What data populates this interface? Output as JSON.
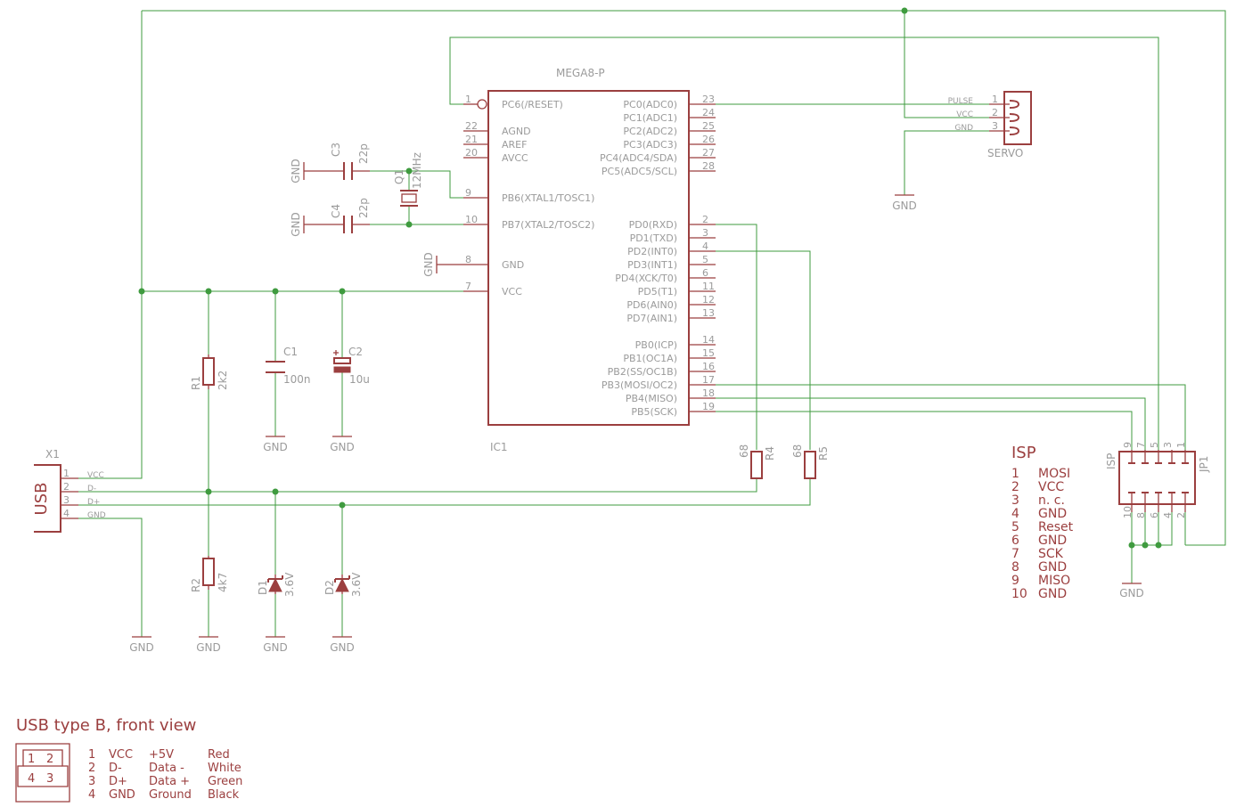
{
  "ic": {
    "type": "MEGA8-P",
    "name": "IC1",
    "left_pins": [
      {
        "num": "1",
        "name": "PC6(/RESET)"
      },
      {
        "num": "22",
        "name": "AGND"
      },
      {
        "num": "21",
        "name": "AREF"
      },
      {
        "num": "20",
        "name": "AVCC"
      },
      {
        "num": "9",
        "name": "PB6(XTAL1/TOSC1)"
      },
      {
        "num": "10",
        "name": "PB7(XTAL2/TOSC2)"
      },
      {
        "num": "8",
        "name": "GND"
      },
      {
        "num": "7",
        "name": "VCC"
      }
    ],
    "right_pins": [
      {
        "num": "23",
        "name": "PC0(ADC0)"
      },
      {
        "num": "24",
        "name": "PC1(ADC1)"
      },
      {
        "num": "25",
        "name": "PC2(ADC2)"
      },
      {
        "num": "26",
        "name": "PC3(ADC3)"
      },
      {
        "num": "27",
        "name": "PC4(ADC4/SDA)"
      },
      {
        "num": "28",
        "name": "PC5(ADC5/SCL)"
      },
      {
        "num": "2",
        "name": "PD0(RXD)"
      },
      {
        "num": "3",
        "name": "PD1(TXD)"
      },
      {
        "num": "4",
        "name": "PD2(INT0)"
      },
      {
        "num": "5",
        "name": "PD3(INT1)"
      },
      {
        "num": "6",
        "name": "PD4(XCK/T0)"
      },
      {
        "num": "11",
        "name": "PD5(T1)"
      },
      {
        "num": "12",
        "name": "PD6(AIN0)"
      },
      {
        "num": "13",
        "name": "PD7(AIN1)"
      },
      {
        "num": "14",
        "name": "PB0(ICP)"
      },
      {
        "num": "15",
        "name": "PB1(OC1A)"
      },
      {
        "num": "16",
        "name": "PB2(SS/OC1B)"
      },
      {
        "num": "17",
        "name": "PB3(MOSI/OC2)"
      },
      {
        "num": "18",
        "name": "PB4(MISO)"
      },
      {
        "num": "19",
        "name": "PB5(SCK)"
      }
    ]
  },
  "gnd": "GND",
  "servo": {
    "name": "SERVO",
    "pins": [
      {
        "num": "1",
        "name": "PULSE"
      },
      {
        "num": "2",
        "name": "VCC"
      },
      {
        "num": "3",
        "name": "GND"
      }
    ]
  },
  "usb": {
    "name": "X1",
    "label": "USB",
    "pins": [
      {
        "num": "1",
        "name": "VCC"
      },
      {
        "num": "2",
        "name": "D-"
      },
      {
        "num": "3",
        "name": "D+"
      },
      {
        "num": "4",
        "name": "GND"
      }
    ]
  },
  "parts": {
    "c1": {
      "name": "C1",
      "value": "100n"
    },
    "c2": {
      "name": "C2",
      "value": "10u"
    },
    "c3": {
      "name": "C3",
      "value": "22p"
    },
    "c4": {
      "name": "C4",
      "value": "22p"
    },
    "q1": {
      "name": "Q1",
      "value": "12MHz"
    },
    "r1": {
      "name": "R1",
      "value": "2k2"
    },
    "r2": {
      "name": "R2",
      "value": "4k7"
    },
    "r4": {
      "name": "R4",
      "value": "68"
    },
    "r5": {
      "name": "R5",
      "value": "68"
    },
    "d1": {
      "name": "D1",
      "value": "3.6V"
    },
    "d2": {
      "name": "D2",
      "value": "3.6V"
    }
  },
  "isp_header": {
    "name": "JP1",
    "label": "ISP",
    "top_pins": [
      "9",
      "7",
      "5",
      "3",
      "1"
    ],
    "bottom_pins": [
      "10",
      "8",
      "6",
      "4",
      "2"
    ]
  },
  "isp_table": {
    "title": "ISP",
    "rows": [
      {
        "num": "1",
        "name": "MOSI"
      },
      {
        "num": "2",
        "name": "VCC"
      },
      {
        "num": "3",
        "name": "n. c."
      },
      {
        "num": "4",
        "name": "GND"
      },
      {
        "num": "5",
        "name": "Reset"
      },
      {
        "num": "6",
        "name": "GND"
      },
      {
        "num": "7",
        "name": "SCK"
      },
      {
        "num": "8",
        "name": "GND"
      },
      {
        "num": "9",
        "name": "MISO"
      },
      {
        "num": "10",
        "name": "GND"
      }
    ]
  },
  "usb_legend": {
    "title": "USB type B, front view",
    "connector_pins": [
      "1",
      "2",
      "4",
      "3"
    ],
    "rows": [
      {
        "num": "1",
        "name": "VCC",
        "signal": "+5V",
        "color": "Red"
      },
      {
        "num": "2",
        "name": "D-",
        "signal": "Data -",
        "color": "White"
      },
      {
        "num": "3",
        "name": "D+",
        "signal": "Data +",
        "color": "Green"
      },
      {
        "num": "4",
        "name": "GND",
        "signal": "Ground",
        "color": "Black"
      }
    ]
  },
  "colors": {
    "wire": "#3f9b3f",
    "part": "#9b3f3f",
    "pin_text": "#9b9b9b",
    "background": "#ffffff"
  }
}
